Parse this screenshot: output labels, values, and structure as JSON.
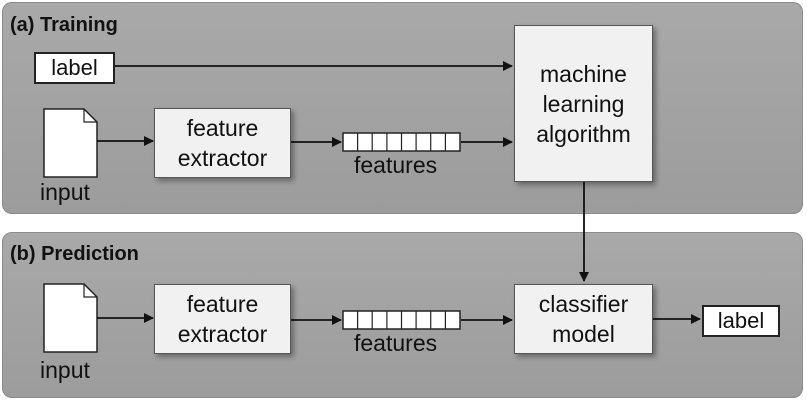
{
  "training": {
    "title": "(a) Training",
    "label_box": "label",
    "input_caption": "input",
    "feature_extractor": "feature\nextractor",
    "features_caption": "features",
    "algorithm": "machine\nlearning\nalgorithm"
  },
  "prediction": {
    "title": "(b) Prediction",
    "input_caption": "input",
    "feature_extractor": "feature\nextractor",
    "features_caption": "features",
    "classifier": "classifier\nmodel",
    "label_box": "label"
  },
  "colors": {
    "panel_bg": "#a3a3a3",
    "box_fill": "#f1f1f1",
    "stroke": "#111111"
  }
}
